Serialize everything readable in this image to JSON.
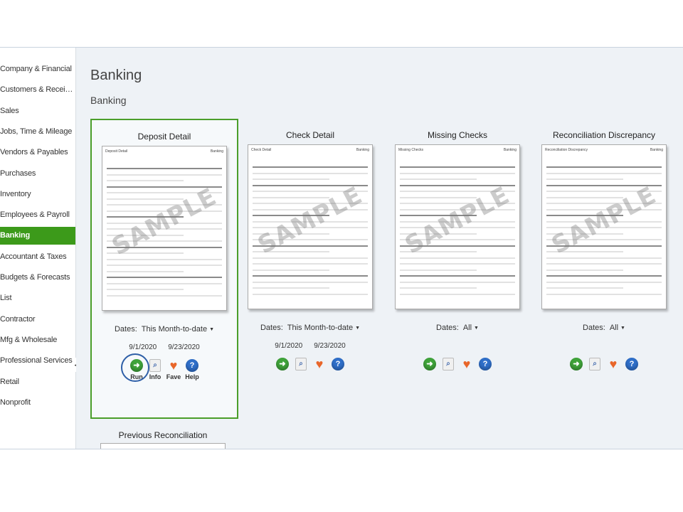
{
  "sidebar": {
    "items": [
      {
        "label": "Company & Financial",
        "active": false
      },
      {
        "label": "Customers & Receiva...",
        "active": false
      },
      {
        "label": "Sales",
        "active": false
      },
      {
        "label": "Jobs, Time & Mileage",
        "active": false
      },
      {
        "label": "Vendors & Payables",
        "active": false
      },
      {
        "label": "Purchases",
        "active": false
      },
      {
        "label": "Inventory",
        "active": false
      },
      {
        "label": "Employees & Payroll",
        "active": false
      },
      {
        "label": "Banking",
        "active": true
      },
      {
        "label": "Accountant & Taxes",
        "active": false
      },
      {
        "label": "Budgets & Forecasts",
        "active": false
      },
      {
        "label": "List",
        "active": false
      },
      {
        "label": "Contractor",
        "active": false
      },
      {
        "label": "Mfg & Wholesale",
        "active": false
      },
      {
        "label": "Professional Services",
        "active": false
      },
      {
        "label": "Retail",
        "active": false
      },
      {
        "label": "Nonprofit",
        "active": false
      }
    ],
    "collapse_icon": "chevron-left-icon",
    "collapse_glyph": "◀",
    "active_color": "#3c9a1a"
  },
  "main": {
    "title": "Banking",
    "subtitle": "Banking",
    "reports": [
      {
        "title": "Deposit Detail",
        "preview_header_left": "Deposit Detail",
        "preview_header_right": "Banking",
        "watermark": "SAMPLE",
        "dates_label": "Dates:",
        "dates_value": "This Month-to-date",
        "from_date": "9/1/2020",
        "to_date": "9/23/2020",
        "selected": true,
        "show_labels": true
      },
      {
        "title": "Check Detail",
        "preview_header_left": "Check Detail",
        "preview_header_right": "Banking",
        "watermark": "SAMPLE",
        "dates_label": "Dates:",
        "dates_value": "This Month-to-date",
        "from_date": "9/1/2020",
        "to_date": "9/23/2020",
        "selected": false,
        "show_labels": false
      },
      {
        "title": "Missing Checks",
        "preview_header_left": "Missing Checks",
        "preview_header_right": "Banking",
        "watermark": "SAMPLE",
        "dates_label": "Dates:",
        "dates_value": "All",
        "from_date": "",
        "to_date": "",
        "selected": false,
        "show_labels": false
      },
      {
        "title": "Reconciliation Discrepancy",
        "preview_header_left": "Reconciliation Discrepancy",
        "preview_header_right": "Banking",
        "watermark": "SAMPLE",
        "dates_label": "Dates:",
        "dates_value": "All",
        "from_date": "",
        "to_date": "",
        "selected": false,
        "show_labels": false
      }
    ],
    "actions": {
      "run_label": "Run",
      "info_label": "Info",
      "fave_label": "Fave",
      "help_label": "Help",
      "run_icon": "run-icon",
      "info_icon": "info-icon",
      "fave_icon": "heart-icon",
      "help_icon": "help-icon"
    },
    "previous_title": "Previous Reconciliation"
  },
  "colors": {
    "background": "#eef2f6",
    "selected_border": "#4a9e2a",
    "run_highlight": "#2e5fa7"
  }
}
